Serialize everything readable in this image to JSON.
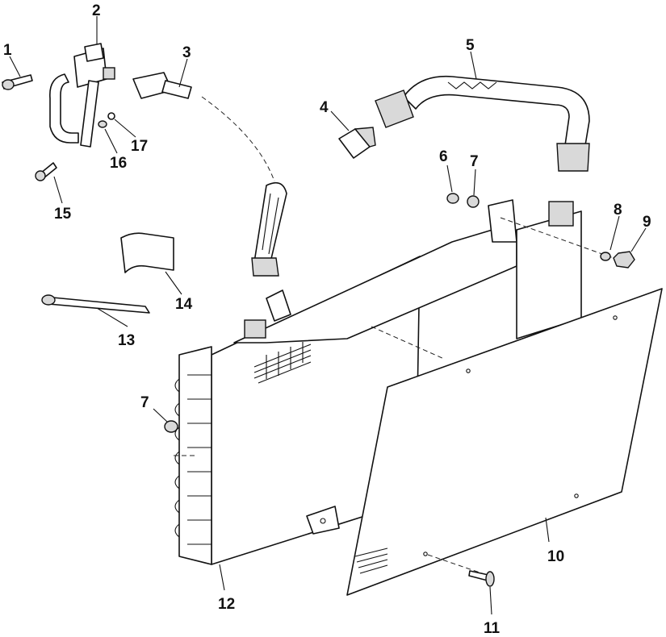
{
  "callouts": [
    "1",
    "2",
    "3",
    "4",
    "5",
    "6",
    "7",
    "8",
    "9",
    "10",
    "11",
    "12",
    "13",
    "14",
    "15",
    "16",
    "17",
    "7"
  ]
}
